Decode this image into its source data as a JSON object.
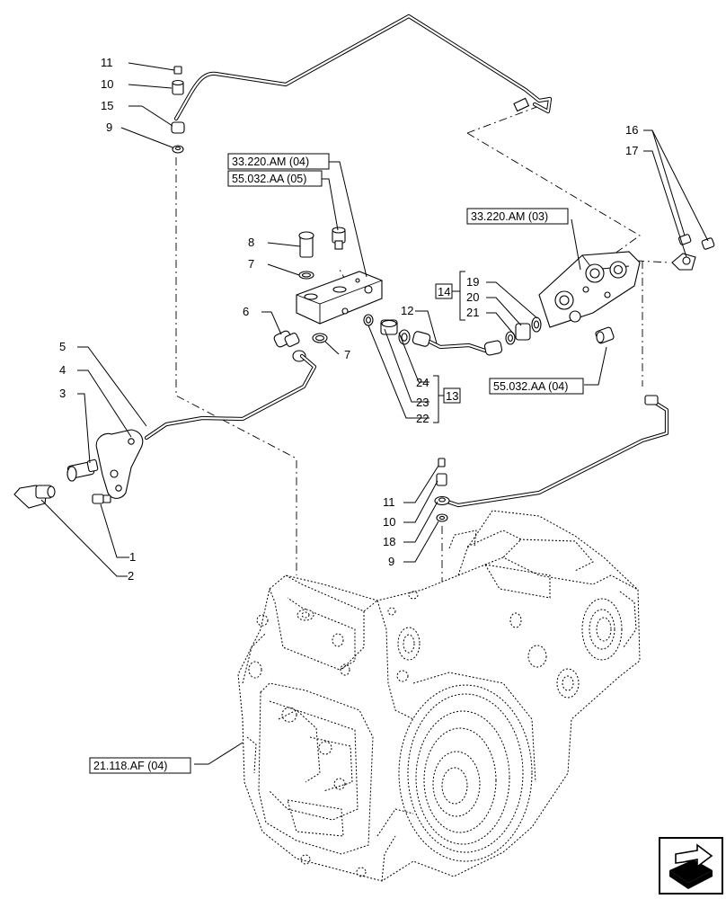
{
  "callouts": {
    "c1": "1",
    "c2": "2",
    "c3": "3",
    "c4": "4",
    "c5": "5",
    "c6": "6",
    "c7a": "7",
    "c7b": "7",
    "c8": "8",
    "c9a": "9",
    "c9b": "9",
    "c10a": "10",
    "c10b": "10",
    "c11a": "11",
    "c11b": "11",
    "c12": "12",
    "c13": "13",
    "c14": "14",
    "c15": "15",
    "c16": "16",
    "c17": "17",
    "c18": "18",
    "c19": "19",
    "c20": "20",
    "c21": "21",
    "c22": "22",
    "c23": "23",
    "c24": "24"
  },
  "references": {
    "r_33220am_04": "33.220.AM (04)",
    "r_55032aa_05": "55.032.AA (05)",
    "r_33220am_03": "33.220.AM (03)",
    "r_55032aa_04": "55.032.AA (04)",
    "r_21118af_04": "21.118.AF (04)"
  },
  "navigation": {
    "icon": "next-page-arrow-icon"
  }
}
